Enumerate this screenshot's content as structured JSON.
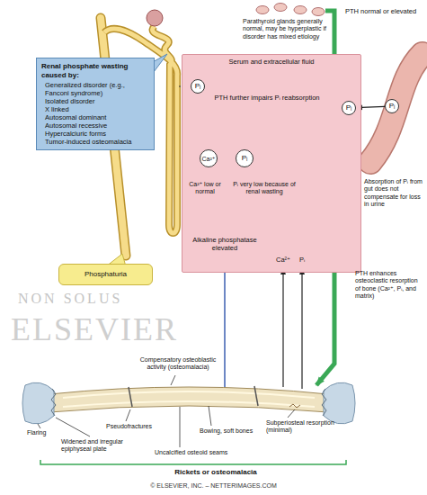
{
  "diagram": {
    "nodes": [
      {
        "text": [
          "Renal phosphate wasting caused by:",
          "Generalized disorder (e.g., Fanconi syndrome)",
          "Isolated disorder",
          "X linked",
          "Autosomal dominant",
          "Autosomal recessive",
          "Hypercalciuric forms",
          "Tumor-induced osteomalacia"
        ]
      },
      {
        "text": [
          "Serum and extracellular fluid"
        ]
      },
      {
        "text": [
          "Pᵢ"
        ],
        "in": 1
      },
      {
        "text": [
          "Ca²⁺"
        ],
        "in": 1
      },
      {
        "text": [
          "Pᵢ"
        ],
        "in": 1
      },
      {
        "text": [
          "Pᵢ"
        ],
        "in": 1
      },
      {
        "text": [
          "Pᵢ"
        ]
      },
      {
        "text": [
          "Phosphaturia"
        ]
      }
    ],
    "edges": [
      {
        "from": 6,
        "to": 5,
        "arrow": "to"
      }
    ],
    "labels": [
      "Parathyroid glands generally normal, may be hyperplastic if disorder has mixed etiology",
      "PTH normal or elevated",
      "PTH further impairs Pᵢ reabsorption",
      "Ca²⁺ low or normal",
      "Pᵢ very low because of renal wasting",
      "Absorption of Pᵢ from gut does not compensate for loss in urine",
      "Alkaline phosphatase elevated",
      "Ca²⁺",
      "Pᵢ",
      "PTH enhances osteoclastic resorption of bone (Ca²⁺, Pᵢ, and matrix)",
      "Compensatory osteoblastic activity (osteomalacia)",
      "Flaring",
      "Pseudofractures",
      "Widened and irregular epiphyseal plate",
      "Bowing, soft bones",
      "Subperiosteal resorption (minimal)",
      "Uncalcified osteoid seams",
      "Rickets or osteomalacia",
      "NON SOLUS",
      "ELSEVIER",
      "© ELSEVIER, INC. – NETTERIMAGES.COM"
    ]
  }
}
